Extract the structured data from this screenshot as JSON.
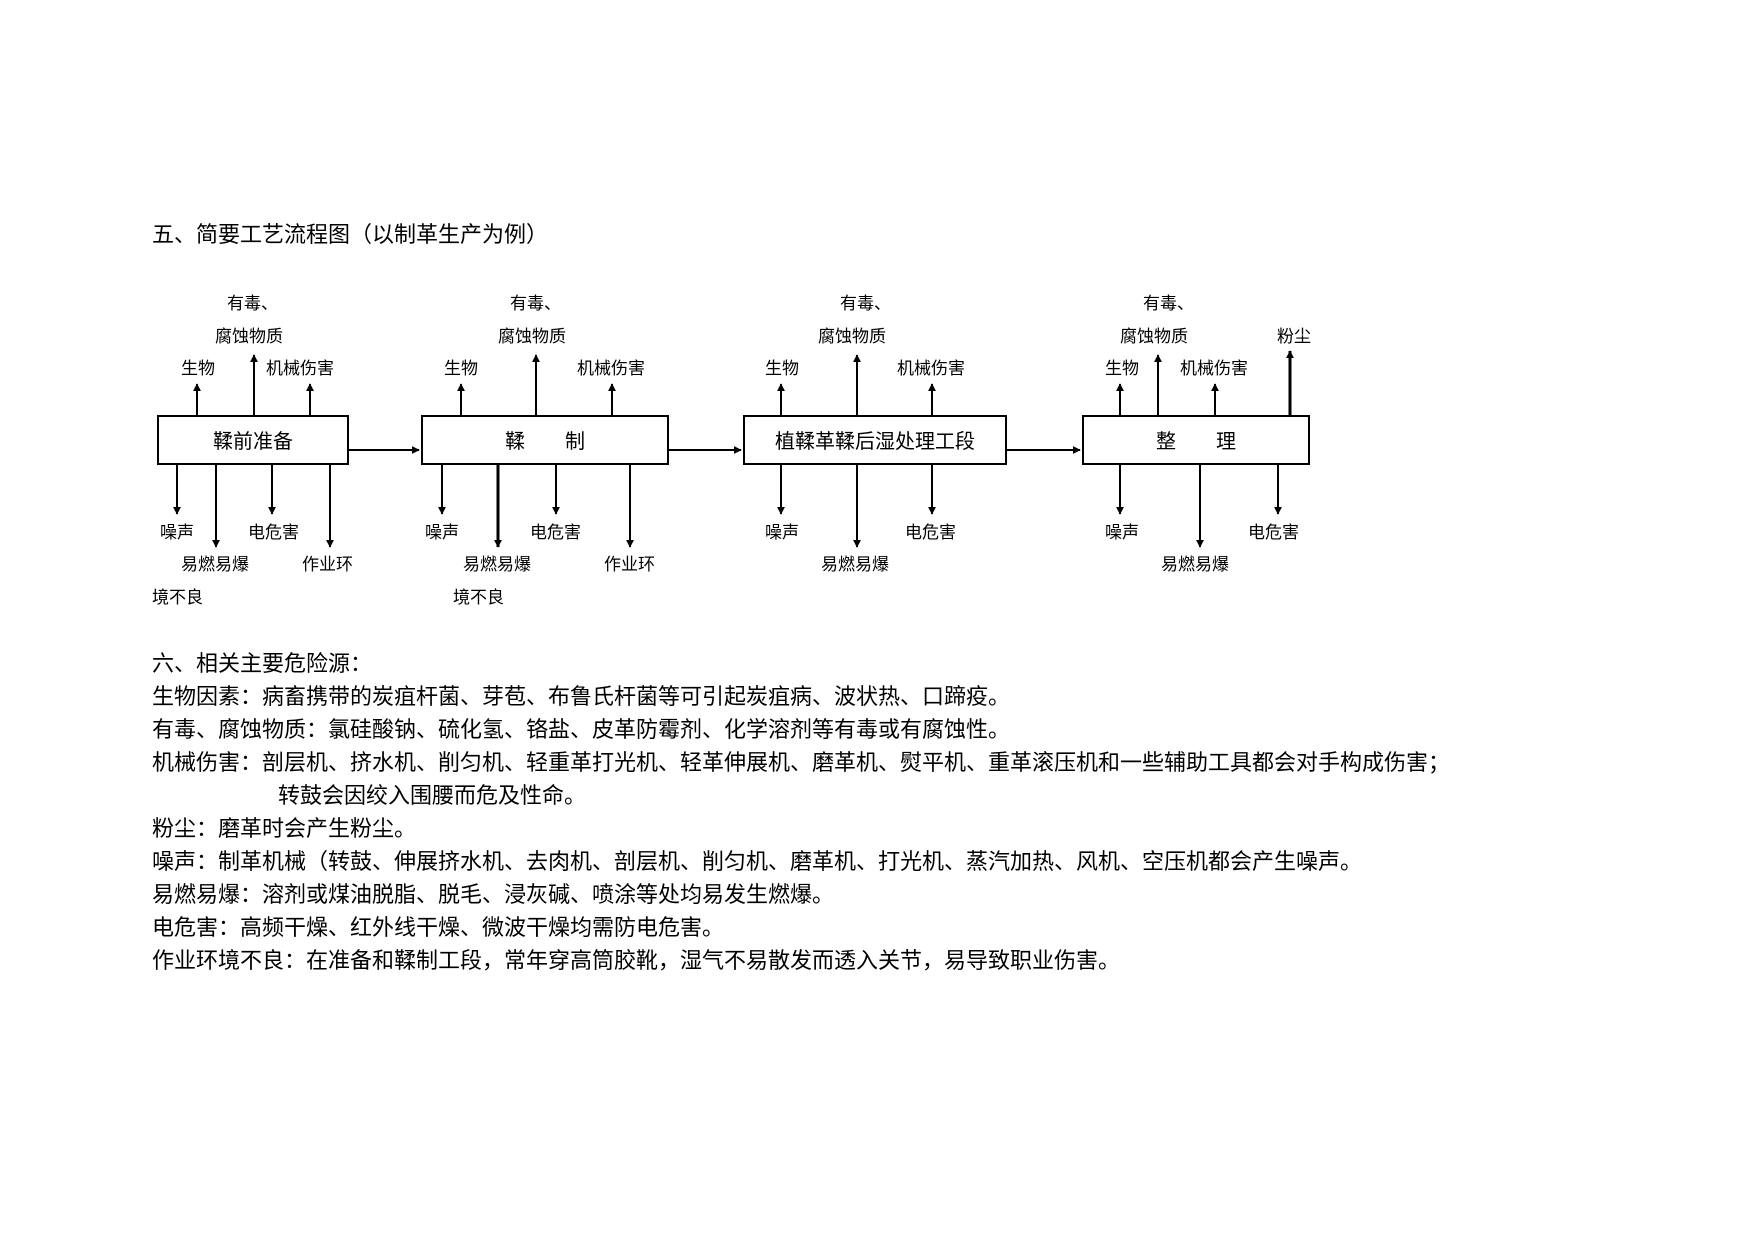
{
  "section5": {
    "title": "五、简要工艺流程图（以制革生产为例）"
  },
  "flowchart": {
    "stages": [
      {
        "name": "鞣前准备",
        "above": [
          "生物",
          "有毒、",
          "腐蚀物质",
          "机械伤害"
        ],
        "below": [
          "噪声",
          "易燃易爆",
          "电危害",
          "作业环",
          "境不良"
        ]
      },
      {
        "name": "鞣　　制",
        "above": [
          "生物",
          "有毒、",
          "腐蚀物质",
          "机械伤害"
        ],
        "below": [
          "噪声",
          "易燃易爆",
          "电危害",
          "作业环",
          "境不良"
        ]
      },
      {
        "name": "植鞣革鞣后湿处理工段",
        "above": [
          "生物",
          "有毒、",
          "腐蚀物质",
          "机械伤害"
        ],
        "below": [
          "噪声",
          "易燃易爆",
          "电危害"
        ]
      },
      {
        "name": "整　　理",
        "above": [
          "生物",
          "有毒、",
          "腐蚀物质",
          "机械伤害",
          "粉尘"
        ],
        "below": [
          "噪声",
          "易燃易爆",
          "电危害"
        ]
      }
    ]
  },
  "section6": {
    "title": "六、相关主要危险源：",
    "items": [
      {
        "label": "生物因素：",
        "text": "病畜携带的炭疽杆菌、芽苞、布鲁氏杆菌等可引起炭疽病、波状热、口蹄疫。"
      },
      {
        "label": "有毒、腐蚀物质：",
        "text": "氯硅酸钠、硫化氢、铬盐、皮革防霉剂、化学溶剂等有毒或有腐蚀性。"
      },
      {
        "label": "机械伤害：",
        "text": "剖层机、挤水机、削匀机、轻重革打光机、轻革伸展机、磨革机、熨平机、重革滚压机和一些辅助工具都会对手构成伤害；",
        "continuation": "转鼓会因绞入围腰而危及性命。"
      },
      {
        "label": "粉尘：",
        "text": "磨革时会产生粉尘。"
      },
      {
        "label": "噪声：",
        "text": "制革机械（转鼓、伸展挤水机、去肉机、剖层机、削匀机、磨革机、打光机、蒸汽加热、风机、空压机都会产生噪声。"
      },
      {
        "label": "易燃易爆：",
        "text": "溶剂或煤油脱脂、脱毛、浸灰碱、喷涂等处均易发生燃爆。"
      },
      {
        "label": "电危害：",
        "text": "高频干燥、红外线干燥、微波干燥均需防电危害。"
      },
      {
        "label": "作业环境不良：",
        "text": "在准备和鞣制工段，常年穿高筒胶靴，湿气不易散发而透入关节，易导致职业伤害。"
      }
    ]
  }
}
